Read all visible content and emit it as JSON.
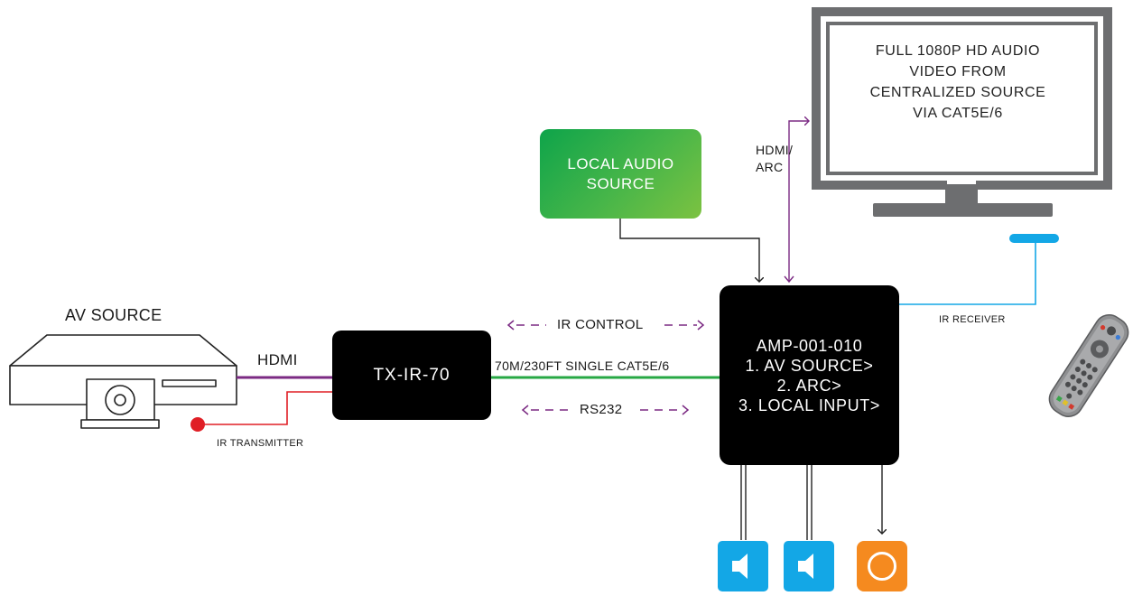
{
  "av_source": {
    "label": "AV SOURCE"
  },
  "hdmi_label": "HDMI",
  "ir_transmitter_label": "IR TRANSMITTER",
  "transmitter": {
    "label": "TX-IR-70"
  },
  "links": {
    "ir_control": "IR CONTROL",
    "cat_cable": "70M/230FT SINGLE CAT5E/6",
    "rs232": "RS232"
  },
  "local_audio": {
    "line1": "LOCAL AUDIO",
    "line2": "SOURCE"
  },
  "amplifier": {
    "model": "AMP-001-010",
    "inputs": [
      "1. AV SOURCE>",
      "2. ARC>",
      "3. LOCAL INPUT>"
    ]
  },
  "hdmi_arc_label": {
    "line1": "HDMI/",
    "line2": "ARC"
  },
  "tv": {
    "lines": [
      "FULL 1080P HD AUDIO",
      "VIDEO FROM",
      "CENTRALIZED SOURCE",
      "VIA CAT5E/6"
    ]
  },
  "ir_receiver_label": "IR RECEIVER",
  "icons": [
    "av-source-player-icon",
    "tv-icon",
    "remote-control-icon",
    "speaker-icon",
    "subwoofer-icon"
  ],
  "colors": {
    "hdmi_line": "#7b2a83",
    "ir_line": "#e01e25",
    "cat_line": "#27a844",
    "dashed_arrows": "#7b2a83",
    "ir_receiver": "#13a7e6",
    "speaker": "#13a7e6",
    "subwoofer": "#f58a1f",
    "tv_frame": "#6d6e70",
    "local_audio": "#39b24a"
  }
}
